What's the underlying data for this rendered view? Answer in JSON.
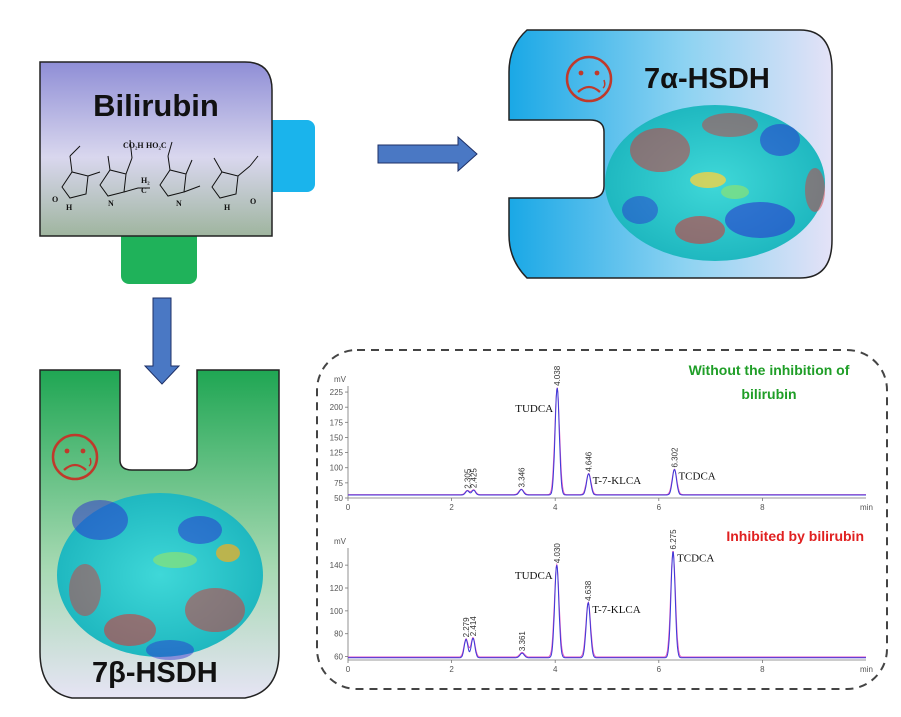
{
  "bilirubin": {
    "title": "Bilirubin",
    "formula_labels": [
      "CO₂H",
      "HO₂C",
      "H₂",
      "C",
      "H",
      "N",
      "N",
      "H",
      "O",
      "O"
    ]
  },
  "enzymes": {
    "alpha_label": "7α-HSDH",
    "beta_label": "7β-HSDH"
  },
  "icons": {
    "arrow_right": "arrow-right-icon",
    "arrow_down": "arrow-down-icon",
    "sad_face": "sad-face-icon"
  },
  "colors": {
    "blue_box": "#1ab4ec",
    "green_box": "#1fb25a",
    "arrow": "#4a78c4",
    "title_green": "#1f9e27",
    "title_red": "#e02020",
    "trace_blue": "#3b3bd8",
    "trace_pink": "#e050c0",
    "sad_face": "#c0392b"
  },
  "chart_data": [
    {
      "type": "line",
      "title": "Without the inhibition of bilirubin",
      "ylabel": "mV",
      "xlabel": "min",
      "x_ticks": [
        "0",
        "2",
        "4",
        "6",
        "8"
      ],
      "y_ticks": [
        "50",
        "75",
        "100",
        "125",
        "150",
        "175",
        "200",
        "225"
      ],
      "xlim": [
        0,
        10
      ],
      "ylim": [
        50,
        235
      ],
      "baseline": 55,
      "peaks": [
        {
          "rt": 2.305,
          "rt_label": "2.305",
          "height": 62,
          "compound": ""
        },
        {
          "rt": 2.425,
          "rt_label": "2.425",
          "height": 63,
          "compound": ""
        },
        {
          "rt": 3.346,
          "rt_label": "3.346",
          "height": 64,
          "compound": ""
        },
        {
          "rt": 4.038,
          "rt_label": "4.038",
          "height": 232,
          "compound": "TUDCA"
        },
        {
          "rt": 4.646,
          "rt_label": "4.646",
          "height": 90,
          "compound": "T-7-KLCA"
        },
        {
          "rt": 6.302,
          "rt_label": "6.302",
          "height": 97,
          "compound": "TCDCA"
        }
      ]
    },
    {
      "type": "line",
      "title": "Inhibited by bilirubin",
      "ylabel": "mV",
      "xlabel": "min",
      "x_ticks": [
        "0",
        "2",
        "4",
        "6",
        "8"
      ],
      "y_ticks": [
        "60",
        "80",
        "100",
        "120",
        "140"
      ],
      "xlim": [
        0,
        10
      ],
      "ylim": [
        57,
        155
      ],
      "baseline": 59,
      "peaks": [
        {
          "rt": 2.279,
          "rt_label": "2.279",
          "height": 75,
          "compound": ""
        },
        {
          "rt": 2.414,
          "rt_label": "2.414",
          "height": 76,
          "compound": ""
        },
        {
          "rt": 3.361,
          "rt_label": "3.361",
          "height": 63,
          "compound": ""
        },
        {
          "rt": 4.03,
          "rt_label": "4.030",
          "height": 140,
          "compound": "TUDCA"
        },
        {
          "rt": 4.638,
          "rt_label": "4.638",
          "height": 107,
          "compound": "T-7-KLCA"
        },
        {
          "rt": 6.275,
          "rt_label": "6.275",
          "height": 152,
          "compound": "TCDCA"
        }
      ]
    }
  ]
}
